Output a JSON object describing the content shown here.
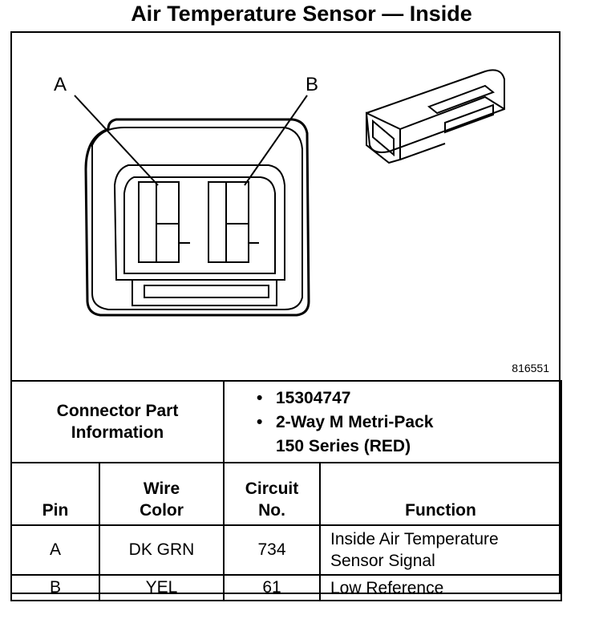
{
  "title": "Air Temperature Sensor — Inside",
  "diagram": {
    "pin_label_a": "A",
    "pin_label_b": "B",
    "figure_number": "816551"
  },
  "connector": {
    "header": "Connector Part Information",
    "part_number": "15304747",
    "description_line1": "2-Way M Metri-Pack",
    "description_line2": "150 Series (RED)"
  },
  "table": {
    "columns": [
      "Pin",
      "Wire Color",
      "Circuit No.",
      "Function"
    ],
    "rows": [
      {
        "pin": "A",
        "wire_color": "DK GRN",
        "circuit": "734",
        "function_line1": "Inside Air Temperature",
        "function_line2": "Sensor Signal"
      },
      {
        "pin": "B",
        "wire_color": "YEL",
        "circuit": "61",
        "function_line1": "Low Reference",
        "function_line2": ""
      }
    ]
  }
}
